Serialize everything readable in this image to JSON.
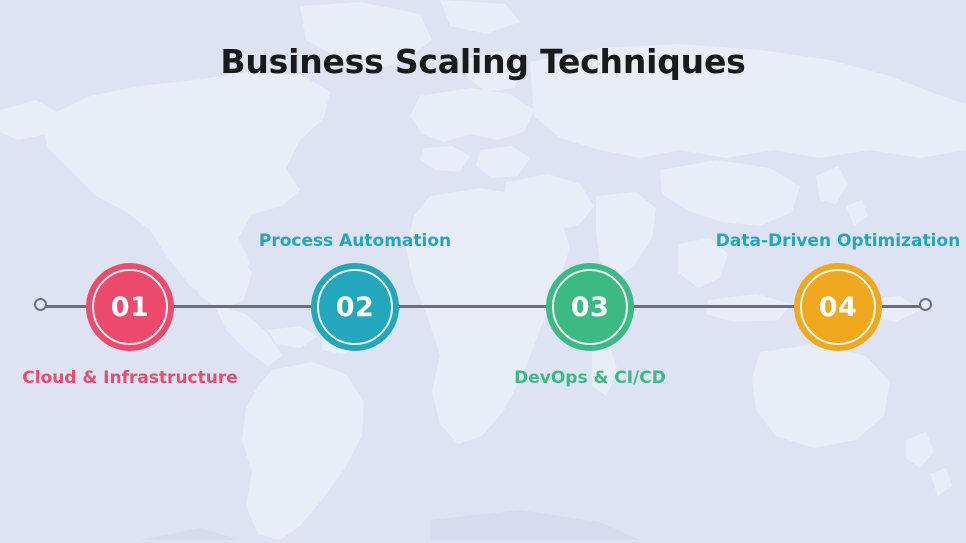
{
  "title": "Business Scaling Techniques",
  "theme": {
    "background": "#dde3f2",
    "land": "#e8edf8",
    "rail": "#6f6f78",
    "title_color": "#1a1a1a"
  },
  "timeline": {
    "end_cap_left": "circle-outline",
    "end_cap_right": "circle-outline",
    "steps": [
      {
        "number": "01",
        "label": "Cloud & Infrastructure",
        "color": "#ec4b6e",
        "label_position": "below"
      },
      {
        "number": "02",
        "label": "Process Automation",
        "color": "#22a7bd",
        "label_position": "above"
      },
      {
        "number": "03",
        "label": "DevOps & CI/CD",
        "color": "#3cba83",
        "label_position": "below"
      },
      {
        "number": "04",
        "label": "Data-Driven Optimization",
        "color": "#22a7bd",
        "circle_color": "#f0a81e",
        "label_position": "above"
      }
    ]
  }
}
